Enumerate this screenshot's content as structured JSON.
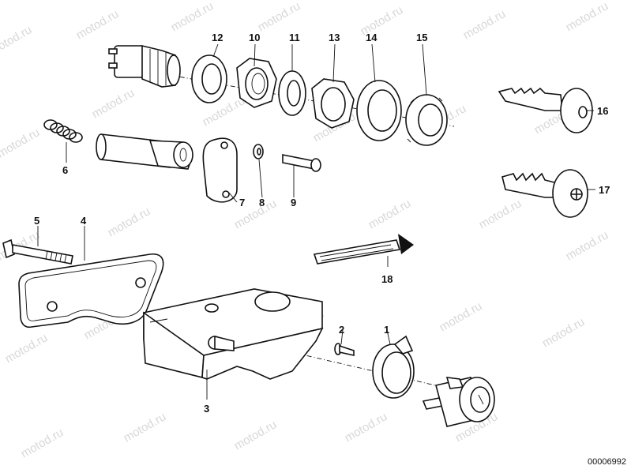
{
  "diagram": {
    "watermark": "motod.ru",
    "code": "00006992",
    "callouts": {
      "c1": "1",
      "c2": "2",
      "c3": "3",
      "c4": "4",
      "c5": "5",
      "c6": "6",
      "c7": "7",
      "c8": "8",
      "c9": "9",
      "c10": "10",
      "c11": "11",
      "c12": "12",
      "c13": "13",
      "c14": "14",
      "c15": "15",
      "c16": "16",
      "c17": "17",
      "c18": "18"
    }
  }
}
